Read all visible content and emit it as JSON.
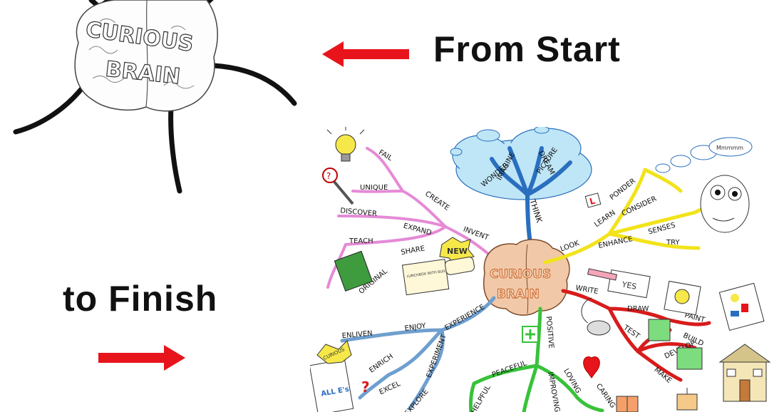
{
  "captions": {
    "from_start": "From Start",
    "to_finish": "to Finish"
  },
  "start_sketch": {
    "brain_label_line1": "CURIOUS",
    "brain_label_line2": "BRAIN"
  },
  "mind_map": {
    "center_line1": "CURIOUS",
    "center_line2": "BRAIN",
    "branches": {
      "think": [
        "THINK",
        "WONDER",
        "IMAGINE",
        "DREAM",
        "PICTURE"
      ],
      "create": [
        "FAIL",
        "UNIQUE",
        "CREATE",
        "DISCOVER",
        "EXPAND",
        "INVENT",
        "TEACH",
        "SHARE",
        "ORIGINAL"
      ],
      "look": [
        "LOOK",
        "LEARN",
        "PONDER",
        "CONSIDER",
        "ENHANCE",
        "SENSES",
        "TRY"
      ],
      "write": [
        "WRITE",
        "DRAW",
        "PAINT",
        "TEST",
        "BUILD",
        "DEVELOP",
        "MAKE"
      ],
      "experience": [
        "EXPERIENCE",
        "ENJOY",
        "ENLIVEN",
        "ENRICH",
        "EXPERIMENT",
        "EXCEL",
        "EXPLORE"
      ],
      "positive": [
        "POSITIVE",
        "PEACEFUL",
        "IMPROVING",
        "LOVING",
        "CARING",
        "HELPFUL"
      ]
    },
    "doodles": {
      "new_tag": "NEW",
      "yes_note": "YES",
      "speech_bubble": "Mmmmm",
      "lunchbox_note": "LUNCHBOX WITH BUILT IN FLASK",
      "book_label": "CURIOUS",
      "book_letters": "ALL E's"
    }
  },
  "colors": {
    "arrow": "#e8141c",
    "think_branch": "#2a6fbf",
    "create_branch": "#e58ad6",
    "look_branch": "#f2e31a",
    "write_branch": "#d81b1b",
    "experience_branch": "#6e9fcf",
    "positive_branch": "#38c23a",
    "brain_fill": "#f1c9a8",
    "cloud_fill": "#bfe6f7"
  }
}
